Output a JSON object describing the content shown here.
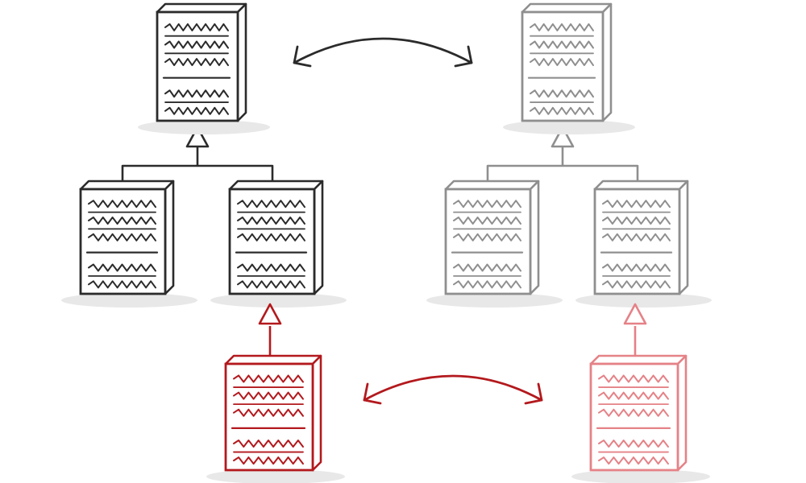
{
  "colors": {
    "primary": "#2b2b2b",
    "faded": "#8f8f8f",
    "accent": "#b3191d",
    "accent_faded": "#e58287",
    "shadow": "#e8e8e8",
    "background": "#ffffff"
  },
  "hierarchies": [
    {
      "name": "left-hierarchy",
      "color_key": "primary",
      "parent": "class-box",
      "children": [
        "class-box",
        "class-box"
      ]
    },
    {
      "name": "right-hierarchy",
      "color_key": "faded",
      "parent": "class-box",
      "children": [
        "class-box",
        "class-box"
      ]
    }
  ],
  "subclasses": [
    {
      "name": "left-subclass",
      "color_key": "accent"
    },
    {
      "name": "right-subclass",
      "color_key": "accent_faded"
    }
  ],
  "relations": [
    {
      "name": "parent-correspondence-arrow",
      "color_key": "primary"
    },
    {
      "name": "subclass-correspondence-arrow",
      "color_key": "accent"
    }
  ]
}
